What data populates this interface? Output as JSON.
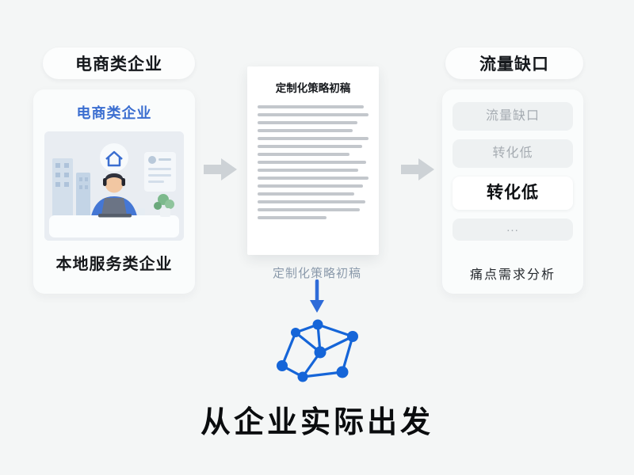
{
  "left": {
    "pill_label": "电商类企业",
    "card_title": "电商类企业",
    "card_caption": "本地服务类企业"
  },
  "document": {
    "title": "定制化策略初稿",
    "caption": "定制化策略初稿",
    "line_widths": [
      96,
      100,
      90,
      86,
      100,
      94,
      83,
      98,
      91,
      100,
      95,
      87,
      97,
      92,
      62
    ]
  },
  "right": {
    "pill_label": "流量缺口",
    "items": [
      {
        "label": "流量缺口",
        "emphasis": "muted"
      },
      {
        "label": "转化低",
        "emphasis": "muted"
      },
      {
        "label": "转化低",
        "emphasis": "strong"
      },
      {
        "label": "...",
        "emphasis": "dots"
      }
    ],
    "caption": "痛点需求分析"
  },
  "footer": {
    "title": "从企业实际出发"
  },
  "icons": [
    "arrow-right-icon",
    "arrow-right-icon",
    "arrow-down-icon",
    "network-graph-icon"
  ],
  "colors": {
    "accent_blue": "#3b6ed0",
    "network_blue": "#1565d8",
    "arrow_gray": "#cdd2d6",
    "muted_text": "#a6acb2",
    "background": "#f4f6f6"
  }
}
